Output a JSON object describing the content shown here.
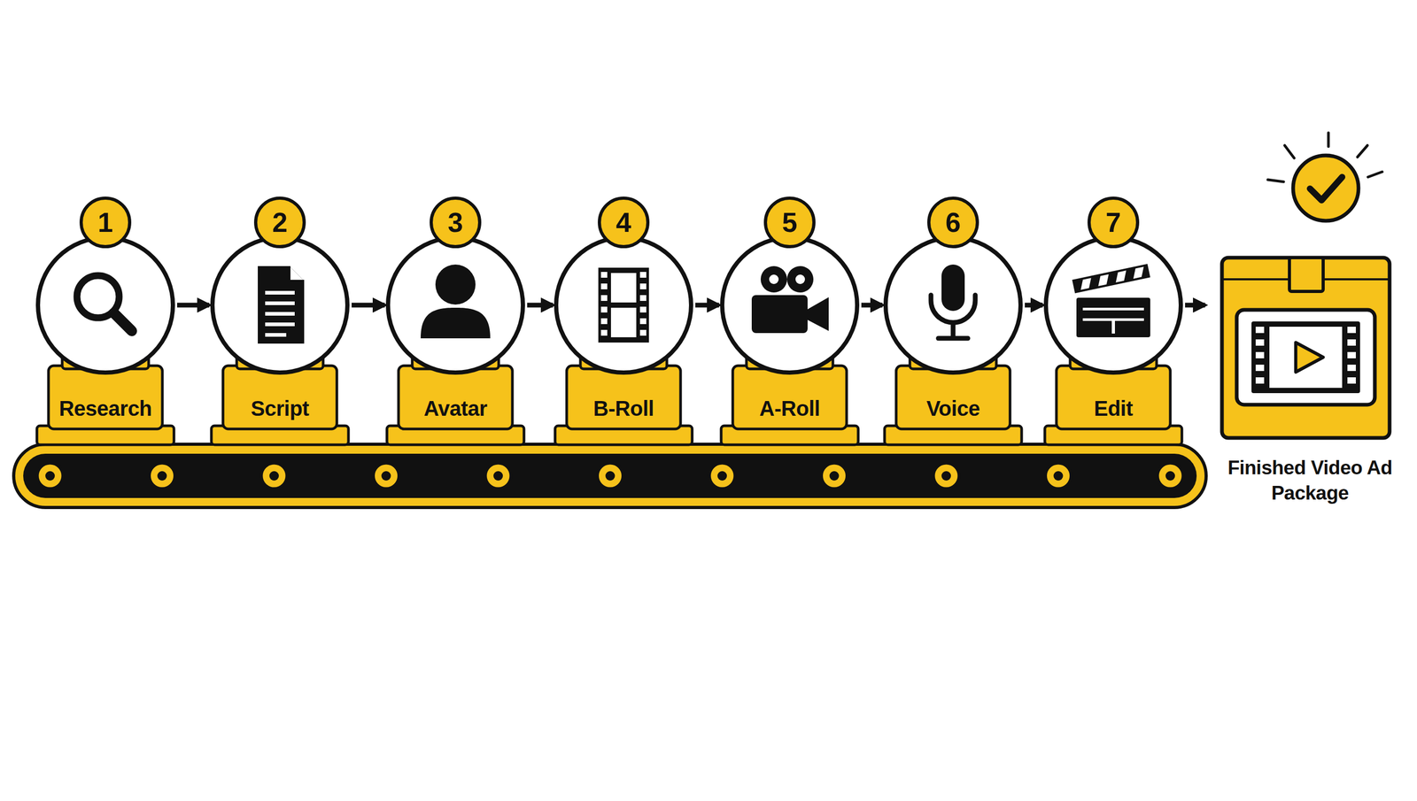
{
  "diagram": {
    "nodes": [
      {
        "text": [
          "1",
          "Research"
        ]
      },
      {
        "text": [
          "2",
          "Script"
        ]
      },
      {
        "text": [
          "3",
          "Avatar"
        ]
      },
      {
        "text": [
          "4",
          "B-Roll"
        ]
      },
      {
        "text": [
          "5",
          "A-Roll"
        ]
      },
      {
        "text": [
          "6",
          "Voice"
        ]
      },
      {
        "text": [
          "7",
          "Edit"
        ]
      },
      {
        "text": [
          "Finished Video Ad Package"
        ]
      }
    ],
    "edges": [
      {
        "from": 0,
        "to": 1,
        "arrow": "to"
      },
      {
        "from": 1,
        "to": 2,
        "arrow": "to"
      },
      {
        "from": 2,
        "to": 3,
        "arrow": "to"
      },
      {
        "from": 3,
        "to": 4,
        "arrow": "to"
      },
      {
        "from": 4,
        "to": 5,
        "arrow": "to"
      },
      {
        "from": 5,
        "to": 6,
        "arrow": "to"
      },
      {
        "from": 6,
        "to": 7,
        "arrow": "to"
      }
    ]
  }
}
